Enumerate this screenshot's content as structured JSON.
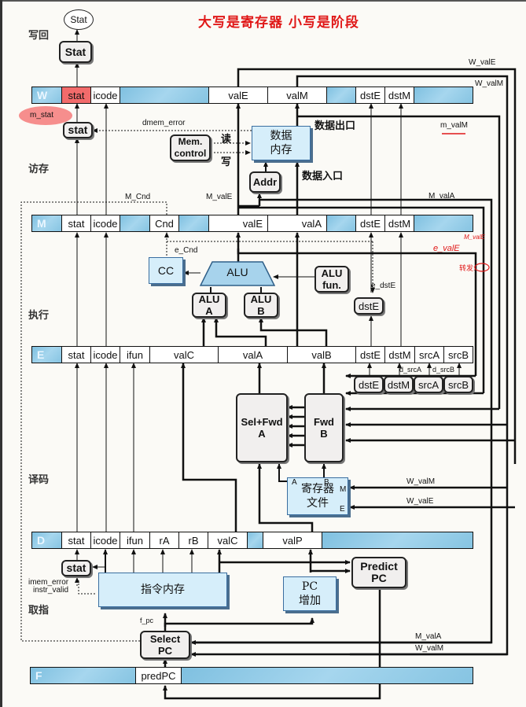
{
  "annotation": {
    "title_note": "大写是寄存器  小写是阶段",
    "m_valM_note": "m_valM",
    "m_stat_highlight": "m_stat",
    "m_vale_note": "M_valE",
    "e_vale_note": "e_valE",
    "bypass_note": "转发:"
  },
  "stages": {
    "writeback": "写回",
    "memory": "访存",
    "execute": "执行",
    "decode": "译码",
    "fetch": "取指"
  },
  "writeback": {
    "stat_oval": "Stat",
    "stat_box": "Stat"
  },
  "registers": {
    "W": {
      "letter": "W",
      "cells": [
        "stat",
        "icode",
        "valE",
        "valM",
        "dstE",
        "dstM"
      ]
    },
    "M": {
      "letter": "M",
      "cells": [
        "stat",
        "icode",
        "Cnd",
        "valE",
        "valA",
        "dstE",
        "dstM"
      ]
    },
    "E": {
      "letter": "E",
      "cells": [
        "stat",
        "icode",
        "ifun",
        "valC",
        "valA",
        "valB",
        "dstE",
        "dstM",
        "srcA",
        "srcB"
      ]
    },
    "D": {
      "letter": "D",
      "cells": [
        "stat",
        "icode",
        "ifun",
        "rA",
        "rB",
        "valC",
        "valP"
      ]
    },
    "F": {
      "letter": "F",
      "cells": [
        "predPC"
      ]
    }
  },
  "memory": {
    "stat_box": "stat",
    "mem_control": "Mem.\ncontrol",
    "read": "读",
    "write": "写",
    "data_mem": "数据\n内存",
    "data_out": "数据出口",
    "data_in": "数据入口",
    "addr": "Addr",
    "dmem_error": "dmem_error",
    "m_cnd": "M_Cnd",
    "m_vale": "M_valE",
    "m_vala": "M_valA",
    "w_vale": "W_valE",
    "w_valm": "W_valM"
  },
  "execute": {
    "cc": "CC",
    "alu": "ALU",
    "alu_a": "ALU\nA",
    "alu_b": "ALU\nB",
    "alu_fun": "ALU\nfun.",
    "dste": "dstE",
    "e_cnd": "e_Cnd",
    "e_dste": "e_dstE"
  },
  "decode": {
    "sel_fwd_a": "Sel+Fwd\nA",
    "fwd_b": "Fwd\nB",
    "regfile": "寄存器\n文件",
    "port_a": "A",
    "port_b": "B",
    "port_m": "M",
    "port_e": "E",
    "d_boxes": [
      "dstE",
      "dstM",
      "srcA",
      "srcB"
    ],
    "d_srca": "d_srcA",
    "d_srcb": "d_srcB",
    "w_valm": "W_valM",
    "w_vale": "W_valE"
  },
  "fetch": {
    "stat_box": "stat",
    "imem": "指令内存",
    "pc_inc": "PC\n增加",
    "predict_pc": "Predict\nPC",
    "select_pc": "Select\nPC",
    "imem_error": "imem_error",
    "instr_valid": "instr_valid",
    "f_pc": "f_pc",
    "m_vala": "M_valA",
    "w_valm": "W_valM"
  }
}
